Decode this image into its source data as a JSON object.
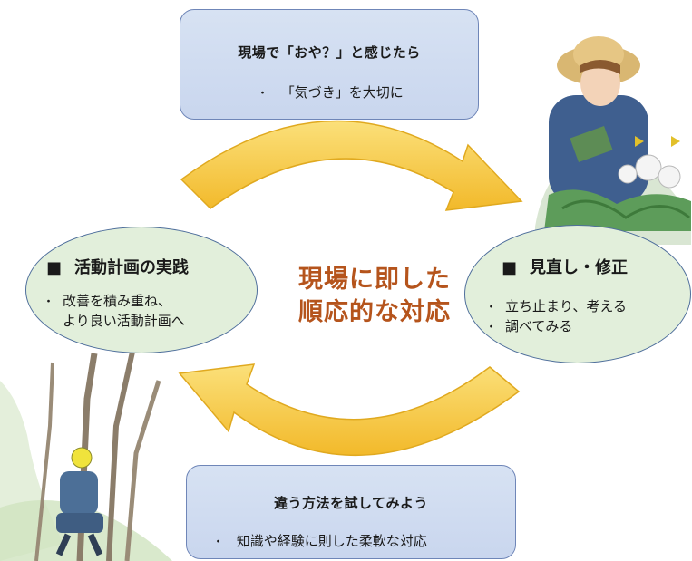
{
  "top_box": {
    "title": "現場で「おや？」と感じたら",
    "bullet": "・",
    "item": "「気づき」を大切に"
  },
  "bottom_box": {
    "title": "違う方法を試してみよう",
    "bullet": "・",
    "item": "知識や経験に則した柔軟な対応"
  },
  "left_ellipse": {
    "square": "■",
    "title": "活動計画の実践",
    "bullet": "・",
    "item_line1": "改善を積み重ね、",
    "item_line2": "より良い活動計画へ"
  },
  "right_ellipse": {
    "square": "■",
    "title": "見直し・修正",
    "bullet": "・",
    "items": [
      "立ち止まり、考える",
      "調べてみる"
    ]
  },
  "center": {
    "line1": "現場に即した",
    "line2": "順応的な対応"
  },
  "colors": {
    "box_fill": "#d3def1",
    "ellipse_fill": "#e2efdb",
    "arrow_fill": "#f6c93a",
    "center_text": "#b5541c"
  }
}
